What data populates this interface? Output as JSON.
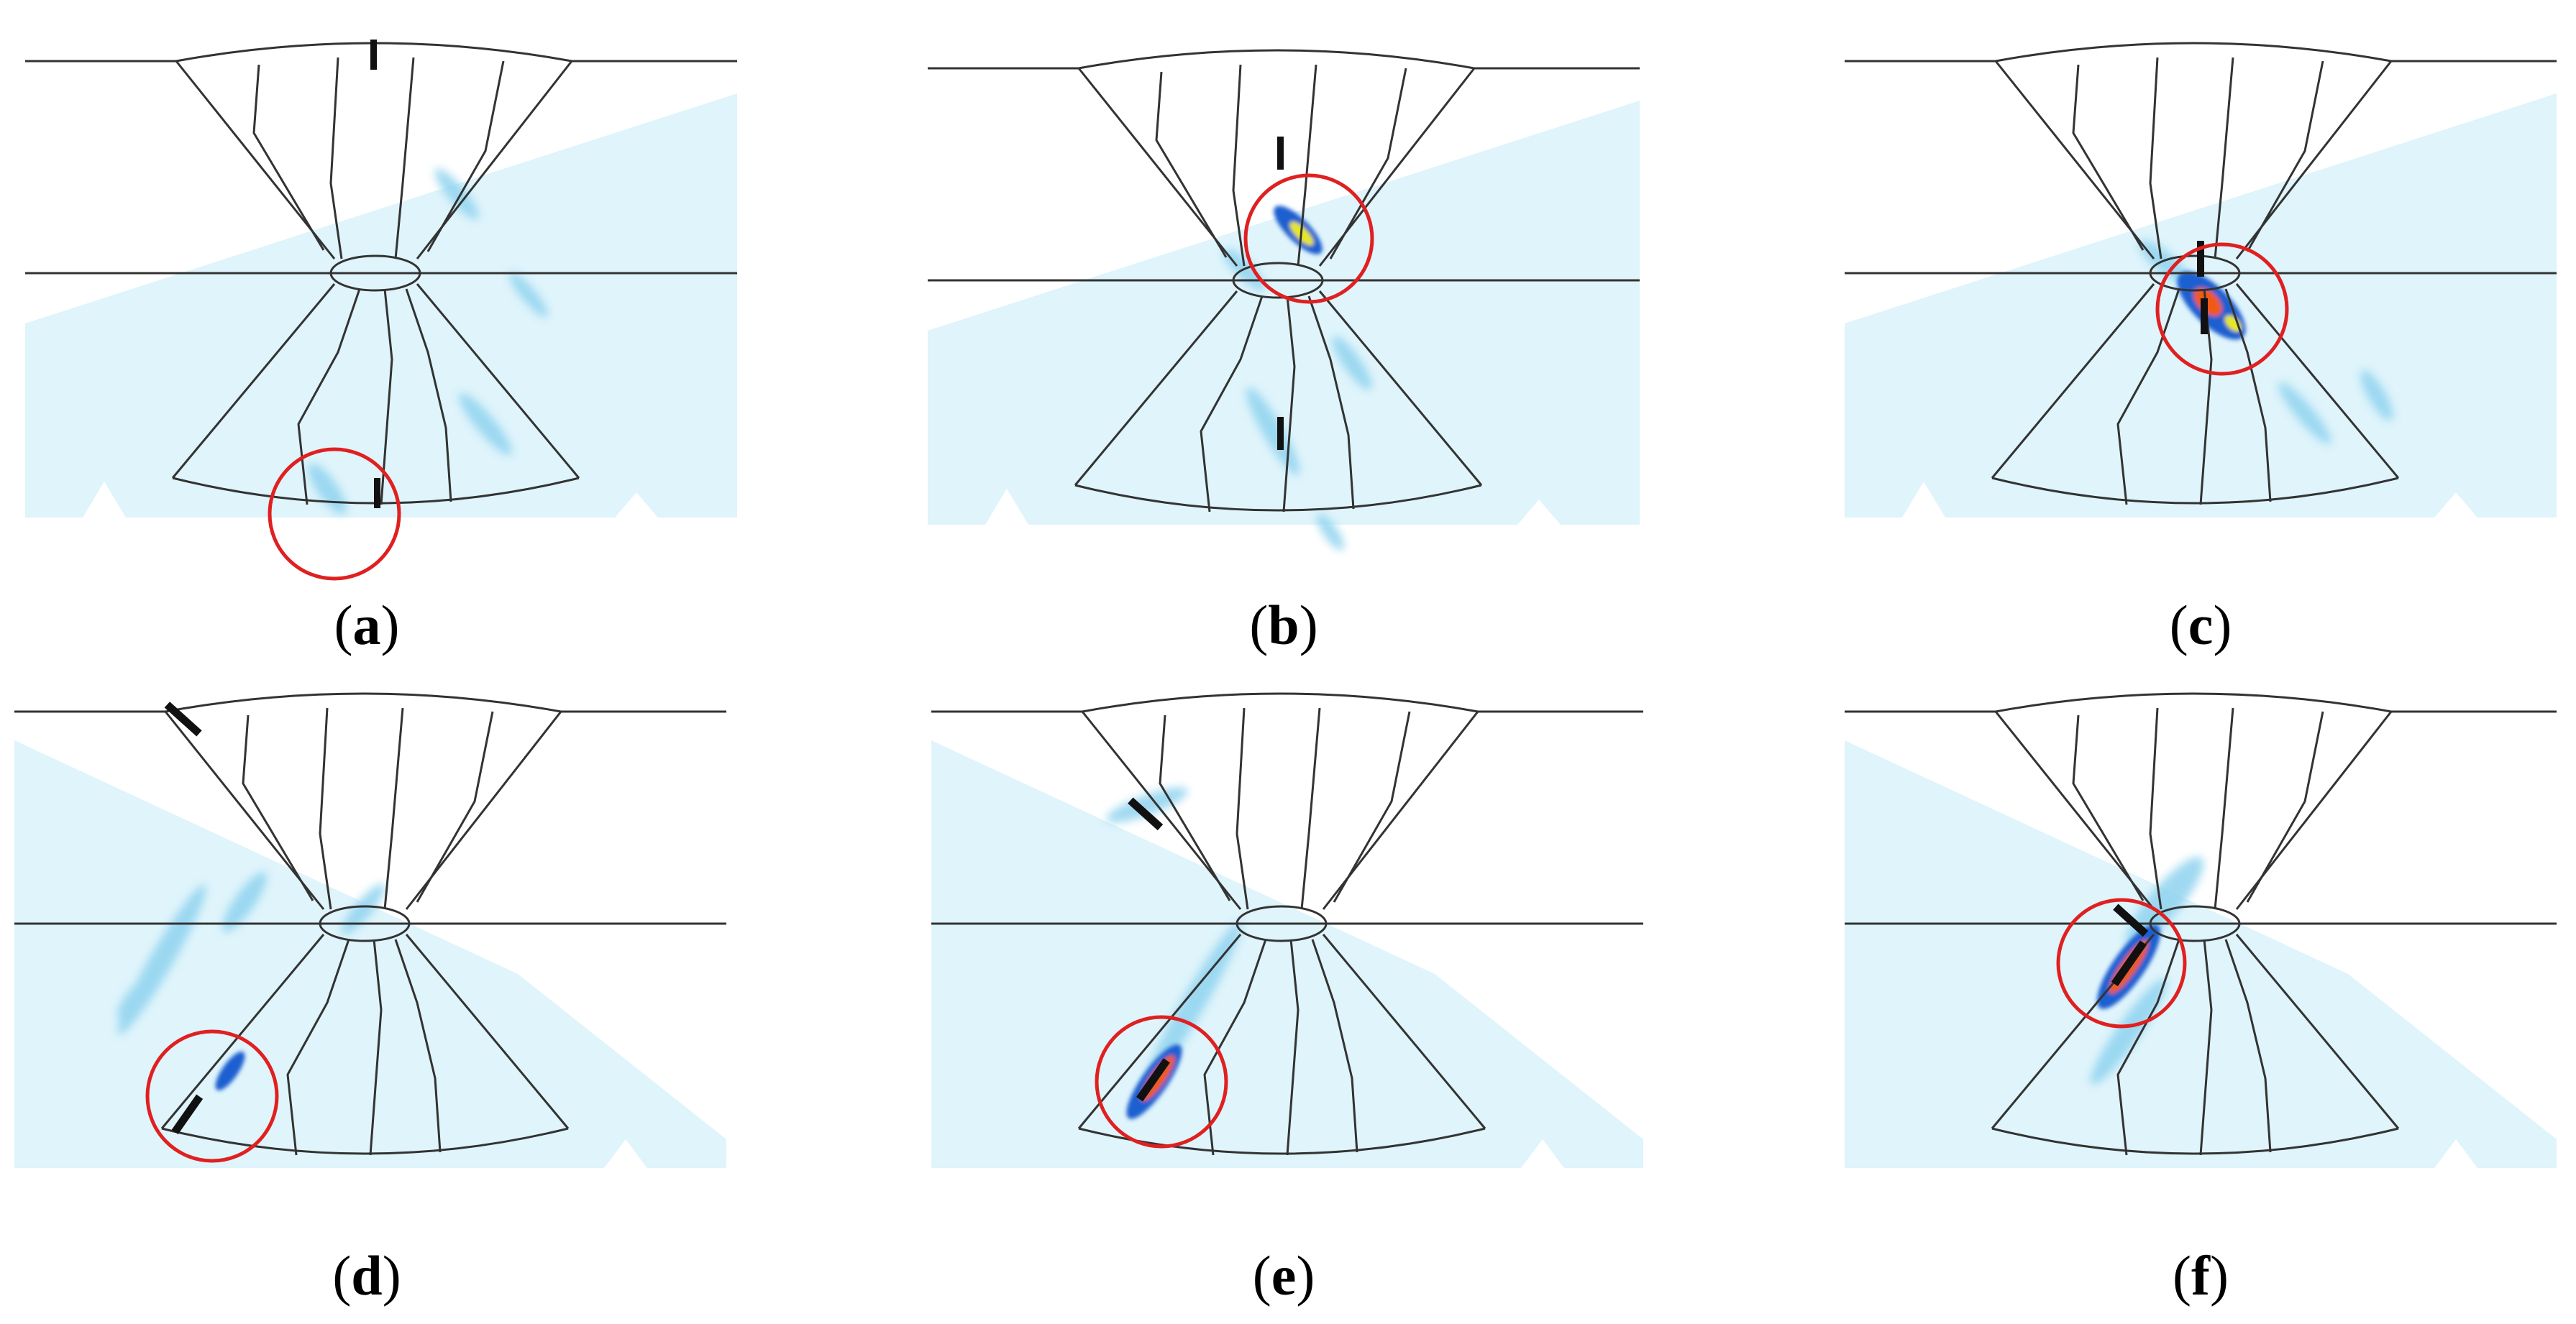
{
  "figure": {
    "colors": {
      "geometry_line": "#333333",
      "beam_fill": "#dff4fb",
      "signal_low": "#8fd3ef",
      "signal_mid": "#1f5fd0",
      "signal_high": "#f05a14",
      "signal_peak": "#e8e817",
      "highlight_circle": "#e02020",
      "defect": "#111111"
    },
    "panels": [
      {
        "id": "a",
        "label_open": "(",
        "label_letter": "a",
        "label_close": ")",
        "defect_type": "vertical",
        "beam": "left-up",
        "highlight": "root-bottom"
      },
      {
        "id": "b",
        "label_open": "(",
        "label_letter": "b",
        "label_close": ")",
        "defect_type": "vertical",
        "beam": "left-up",
        "highlight": "upper-center"
      },
      {
        "id": "c",
        "label_open": "(",
        "label_letter": "c",
        "label_close": ")",
        "defect_type": "vertical",
        "beam": "left-up",
        "highlight": "center"
      },
      {
        "id": "d",
        "label_open": "(",
        "label_letter": "d",
        "label_close": ")",
        "defect_type": "inclined",
        "beam": "left-down",
        "highlight": "lower-left"
      },
      {
        "id": "e",
        "label_open": "(",
        "label_letter": "e",
        "label_close": ")",
        "defect_type": "inclined",
        "beam": "left-down",
        "highlight": "lower-left"
      },
      {
        "id": "f",
        "label_open": "(",
        "label_letter": "f",
        "label_close": ")",
        "defect_type": "inclined",
        "beam": "left-down",
        "highlight": "center-left"
      }
    ]
  }
}
